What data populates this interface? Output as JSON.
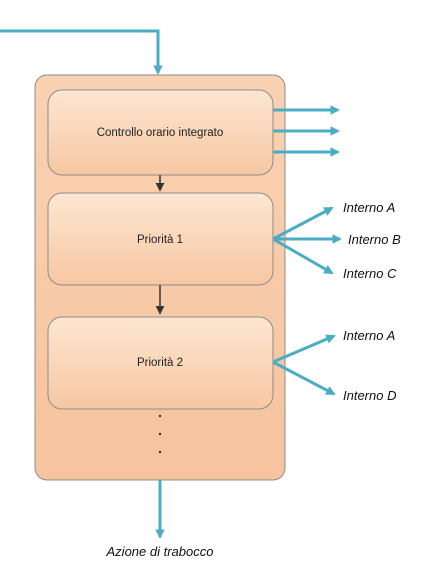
{
  "boxes": {
    "controllo": "Controllo orario integrato",
    "priorita1": "Priorità 1",
    "priorita2": "Priorità 2"
  },
  "outputs": {
    "p1_a": "Interno A",
    "p1_b": "Interno B",
    "p1_c": "Interno C",
    "p2_a": "Interno A",
    "p2_d": "Interno D"
  },
  "bottom_label": "Azione di trabocco",
  "colors": {
    "arrow": "#4bacc6",
    "container_fill": "#f7c9a8",
    "box_fill": "#fad9bd",
    "stroke": "#7f7f7f"
  }
}
